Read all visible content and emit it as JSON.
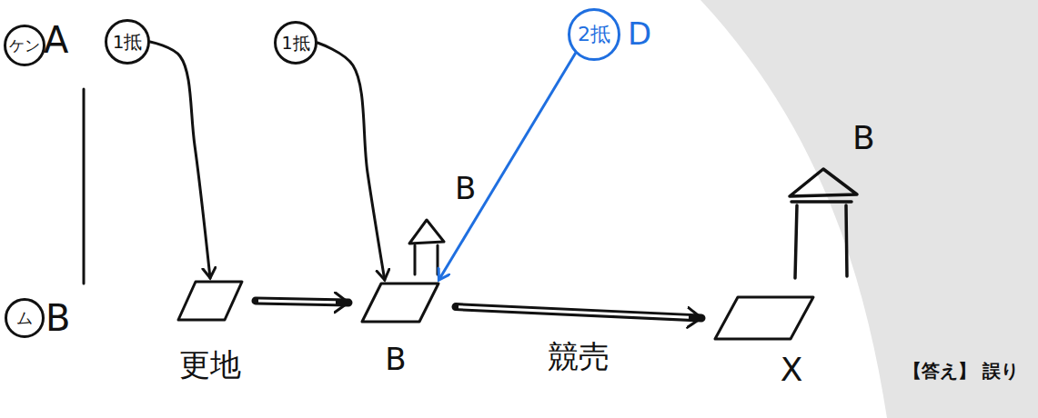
{
  "diagram": {
    "nodes": [
      {
        "text": [
          "ケン"
        ]
      },
      {
        "text": [
          "1抵"
        ]
      },
      {
        "text": [
          "1抵"
        ]
      },
      {
        "text": [
          "2抵"
        ]
      },
      {
        "text": [
          "ム"
        ]
      },
      {
        "text": [
          "更地"
        ]
      },
      {
        "text": [
          "B"
        ]
      },
      {
        "text": [
          "X"
        ]
      }
    ],
    "edges": [
      {
        "from": 1,
        "to": 5,
        "arrow": "to"
      },
      {
        "from": 2,
        "to": 6,
        "arrow": "to"
      },
      {
        "from": 3,
        "to": 6,
        "arrow": "to"
      },
      {
        "from": 5,
        "to": 6,
        "arrow": "to"
      },
      {
        "from": 6,
        "to": 7,
        "label": "競売",
        "arrow": "to"
      }
    ],
    "labels": [
      "A",
      "D",
      "B",
      "B",
      "B",
      "【答え】 誤り"
    ]
  }
}
